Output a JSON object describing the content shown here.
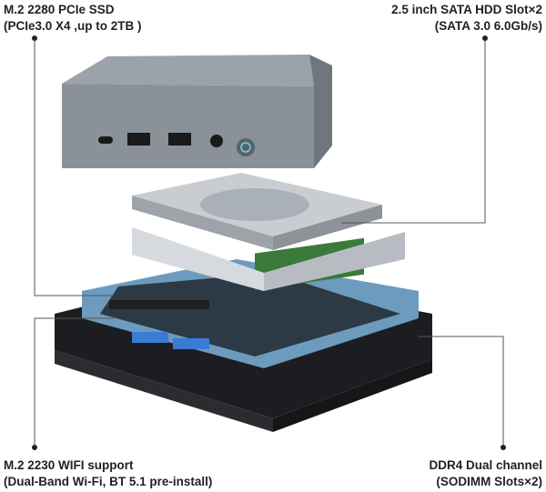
{
  "callouts": {
    "top_left": {
      "line1": "M.2 2280  PCIe SSD",
      "line2": "(PCIe3.0 X4 ,up to 2TB )"
    },
    "top_right": {
      "line1": "2.5 inch SATA HDD Slot×2",
      "line2": "(SATA 3.0 6.0Gb/s)"
    },
    "bottom_left": {
      "line1": "M.2 2230 WIFI support",
      "line2": "(Dual-Band Wi-Fi,  BT 5.1 pre-install)"
    },
    "bottom_right": {
      "line1": "DDR4  Dual channel",
      "line2": "(SODIMM Slots×2)"
    }
  }
}
